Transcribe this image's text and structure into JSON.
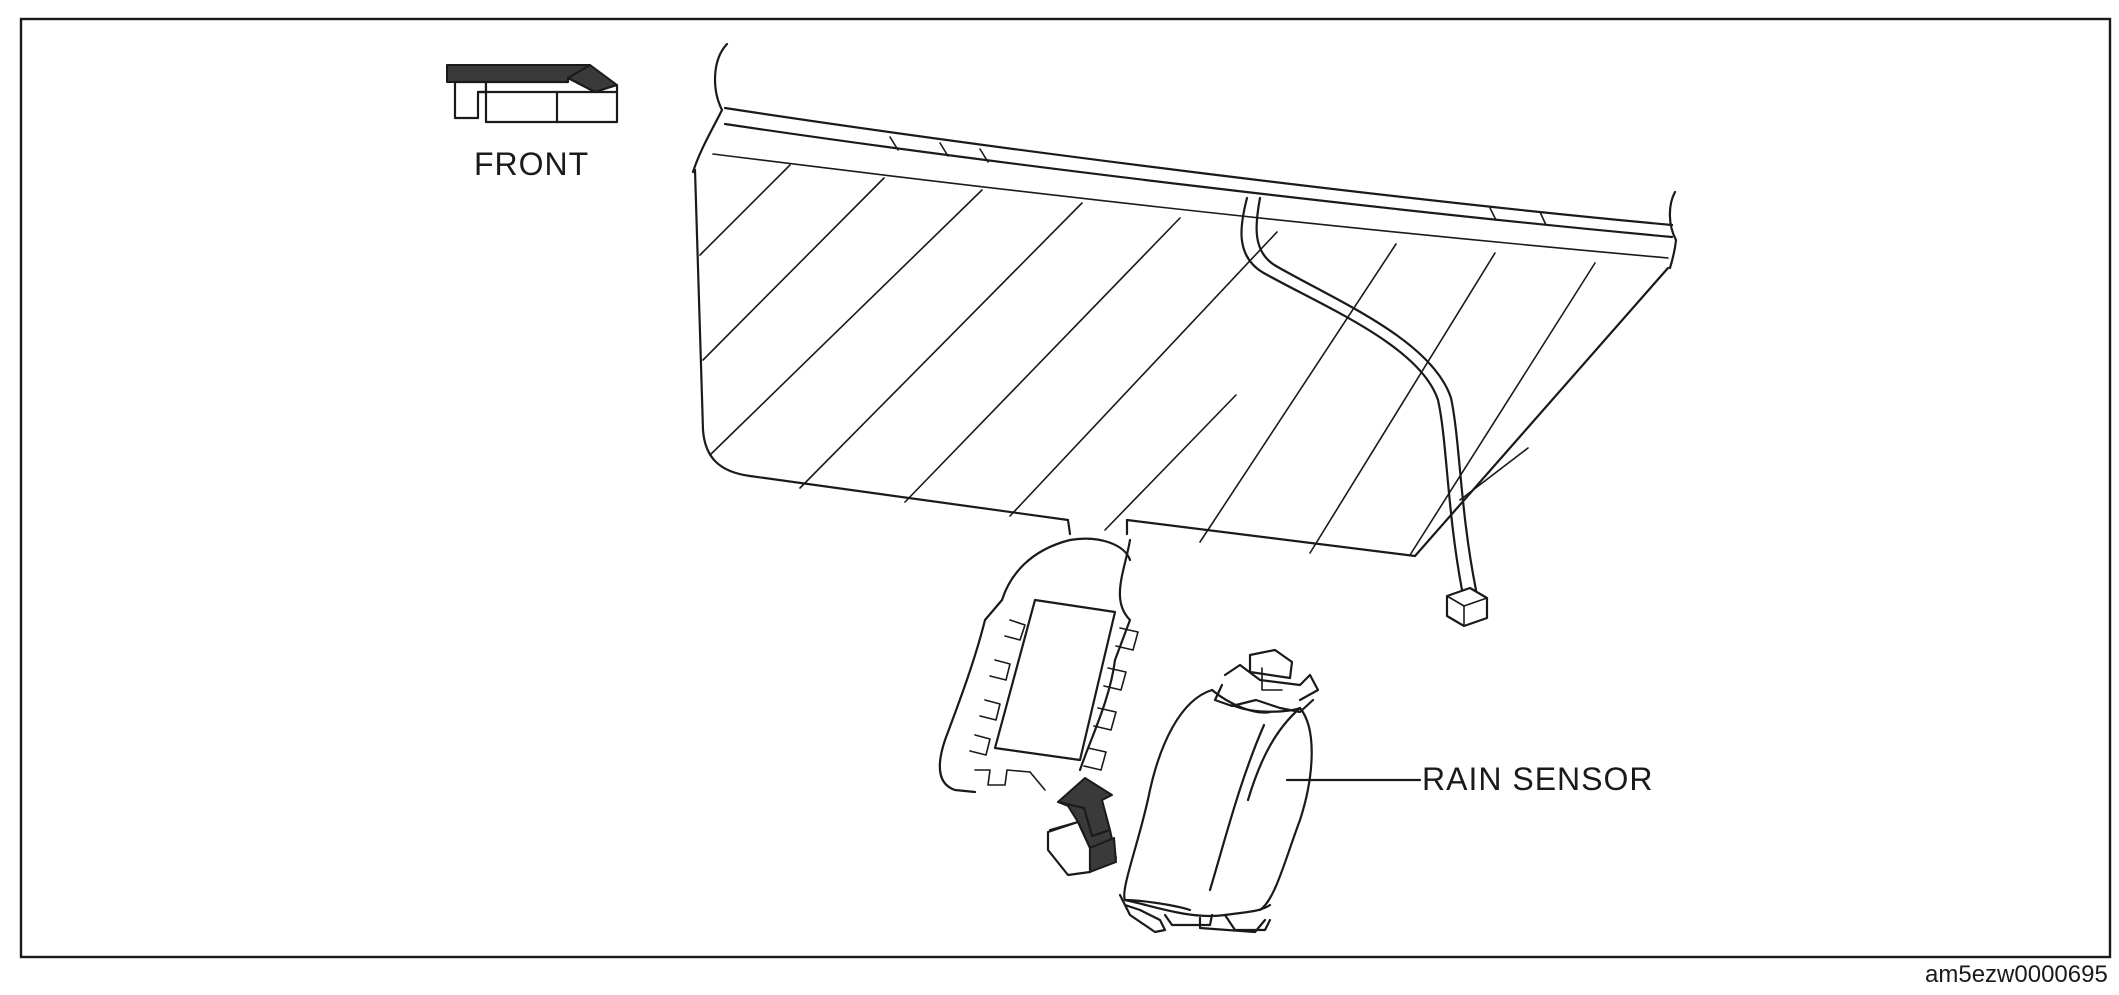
{
  "diagram": {
    "front_label": "FRONT",
    "rain_sensor_label": "RAIN SENSOR",
    "figure_code": "am5ezw0000695"
  },
  "icons": {
    "front_arrow": "front-direction-arrow",
    "install_arrow": "installation-direction-arrow"
  },
  "colors": {
    "line": "#1a1a1a",
    "arrow_fill": "#3a3a3a",
    "background": "#ffffff"
  }
}
